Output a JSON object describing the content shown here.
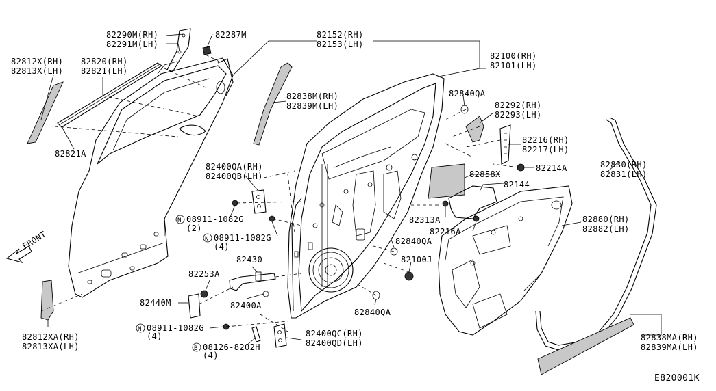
{
  "labels": [
    "82290M(RH)",
    "82291M(LH)",
    "82287M",
    "82152(RH)",
    "82153(LH)",
    "82100(RH)",
    "82101(LH)",
    "82812X(RH)",
    "82813X(LH)",
    "82820(RH)",
    "82821(LH)",
    "82838M(RH)",
    "82839M(LH)",
    "82840QA",
    "82292(RH)",
    "82293(LH)",
    "82216(RH)",
    "82217(LH)",
    "82214A",
    "82830(RH)",
    "82831(LH)",
    "82821A",
    "82858X",
    "82144",
    "82400QA(RH)",
    "82400QB(LH)",
    "08911-1082G",
    "(2)",
    "08911-1082G",
    "(4)",
    "82313A",
    "82216A",
    "82880(RH)",
    "82882(LH)",
    "FRONT",
    "82840QA",
    "82430",
    "82100J",
    "82253A",
    "82440M",
    "82400A",
    "82840QA",
    "08911-1082G",
    "(4)",
    "82400QC(RH)",
    "82400QD(LH)",
    "08126-8202H",
    "(4)",
    "82812XA(RH)",
    "82813XA(LH)",
    "82838MA(RH)",
    "82839MA(LH)",
    "E820001K"
  ],
  "symbols": [
    "N",
    "N",
    "N",
    "B"
  ],
  "icons": [
    "front-arrow-icon",
    "bolt-icon",
    "nut-icon",
    "clip-icon"
  ]
}
